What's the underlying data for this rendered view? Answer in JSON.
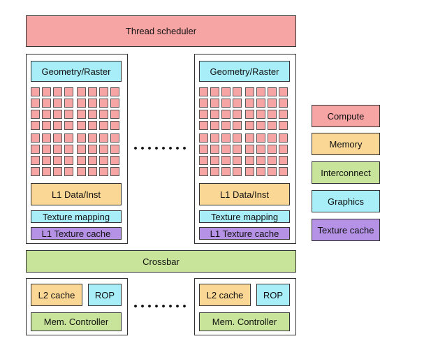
{
  "thread_scheduler": "Thread scheduler",
  "cores": [
    {
      "geometry": "Geometry/Raster",
      "l1_data": "L1 Data/Inst",
      "texture_mapping": "Texture mapping",
      "l1_texture_cache": "L1 Texture cache"
    },
    {
      "geometry": "Geometry/Raster",
      "l1_data": "L1 Data/Inst",
      "texture_mapping": "Texture mapping",
      "l1_texture_cache": "L1 Texture cache"
    }
  ],
  "crossbar": "Crossbar",
  "memory_partitions": [
    {
      "l2_cache": "L2 cache",
      "rop": "ROP",
      "mem_controller": "Mem. Controller"
    },
    {
      "l2_cache": "L2 cache",
      "rop": "ROP",
      "mem_controller": "Mem. Controller"
    }
  ],
  "legend": {
    "compute": "Compute",
    "memory": "Memory",
    "interconnect": "Interconnect",
    "graphics": "Graphics",
    "texture_cache": "Texture cache"
  },
  "colors": {
    "compute": "#f7a4a4",
    "memory": "#fbd796",
    "interconnect": "#c8e49a",
    "graphics": "#a8eef8",
    "texture_cache": "#b592e6"
  }
}
